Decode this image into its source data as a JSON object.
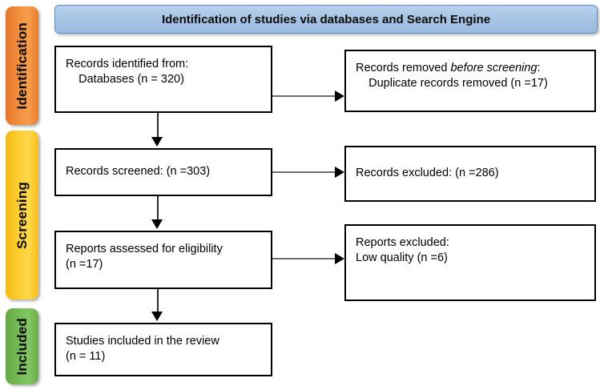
{
  "header": {
    "title": "Identification of studies via databases and Search Engine"
  },
  "phases": [
    {
      "name": "identification",
      "label": "Identification",
      "color": "#ef8430"
    },
    {
      "name": "screening",
      "label": "Screening",
      "color": "#fdd033"
    },
    {
      "name": "included",
      "label": "Included",
      "color": "#75bb55"
    }
  ],
  "boxes": {
    "identified": {
      "line1": "Records identified from:",
      "line2": "    Databases (n = 320)"
    },
    "removed": {
      "prefix": "Records removed ",
      "italic": "before screening",
      "suffix": ":",
      "line2": "    Duplicate records removed (n =17)"
    },
    "screened": {
      "line1": "Records screened: (n =303)"
    },
    "excluded": {
      "line1": "Records excluded: (n =286)"
    },
    "eligibility": {
      "line1": "Reports assessed for eligibility",
      "line2": "(n =17)"
    },
    "reports_excluded": {
      "line1": "Reports excluded:",
      "line2": "Low quality (n =6)"
    },
    "included": {
      "line1": "Studies included in the review",
      "line2": "(n = 11)"
    }
  },
  "chart_data": {
    "type": "diagram",
    "title": "Identification of studies via databases and Search Engine",
    "diagram_kind": "PRISMA flow diagram",
    "phases": [
      "Identification",
      "Screening",
      "Included"
    ],
    "nodes": [
      {
        "id": "identified",
        "phase": "Identification",
        "label": "Records identified from: Databases (n = 320)",
        "n": 320
      },
      {
        "id": "removed",
        "phase": "Identification",
        "label": "Records removed before screening: Duplicate records removed (n =17)",
        "n": 17
      },
      {
        "id": "screened",
        "phase": "Screening",
        "label": "Records screened: (n =303)",
        "n": 303
      },
      {
        "id": "excluded",
        "phase": "Screening",
        "label": "Records excluded: (n =286)",
        "n": 286
      },
      {
        "id": "eligibility",
        "phase": "Screening",
        "label": "Reports assessed for eligibility (n =17)",
        "n": 17
      },
      {
        "id": "reports_excluded",
        "phase": "Screening",
        "label": "Reports excluded: Low quality (n =6)",
        "n": 6
      },
      {
        "id": "included",
        "phase": "Included",
        "label": "Studies included in the review (n = 11)",
        "n": 11
      }
    ],
    "edges": [
      {
        "from": "identified",
        "to": "removed",
        "direction": "right"
      },
      {
        "from": "identified",
        "to": "screened",
        "direction": "down"
      },
      {
        "from": "screened",
        "to": "excluded",
        "direction": "right"
      },
      {
        "from": "screened",
        "to": "eligibility",
        "direction": "down"
      },
      {
        "from": "eligibility",
        "to": "reports_excluded",
        "direction": "right"
      },
      {
        "from": "eligibility",
        "to": "included",
        "direction": "down"
      }
    ]
  }
}
